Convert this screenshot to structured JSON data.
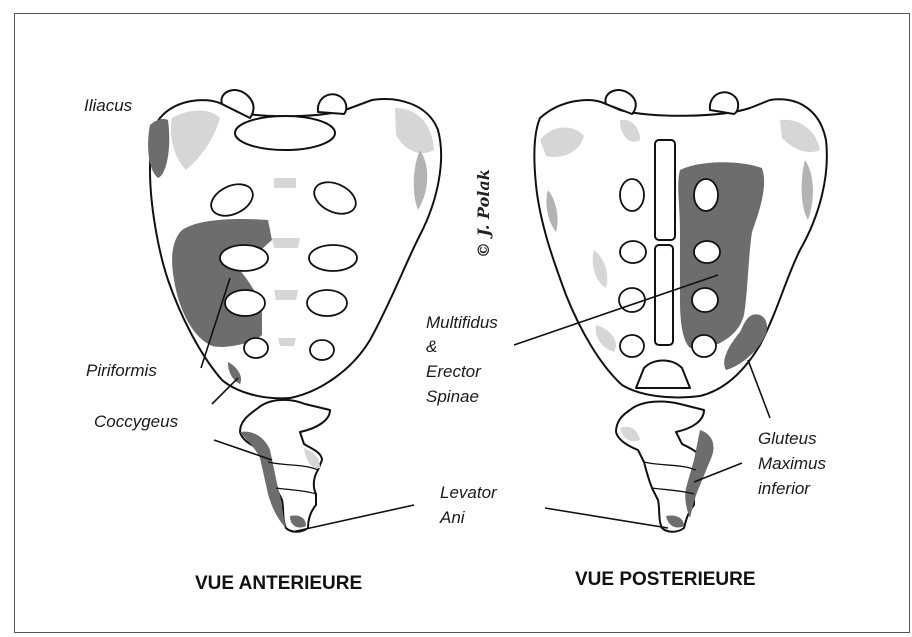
{
  "copyright": "© J. Polak",
  "labels": {
    "iliacus": "Iliacus",
    "piriformis": "Piriformis",
    "coccygeus": "Coccygeus",
    "multifidus_1": "Multifidus",
    "multifidus_2": "&",
    "multifidus_3": "Erector",
    "multifidus_4": "Spinae",
    "levator_1": "Levator",
    "levator_2": "Ani",
    "gluteus_1": "Gluteus",
    "gluteus_2": "Maximus",
    "gluteus_3": "inferior"
  },
  "views": {
    "anterior": "VUE ANTERIEURE",
    "posterior": "VUE POSTERIEURE"
  },
  "colors": {
    "muscle_dark": "#6d6d6d",
    "muscle_light": "#d6d6d6",
    "bone_fill": "#ffffff",
    "outline": "#111111"
  }
}
